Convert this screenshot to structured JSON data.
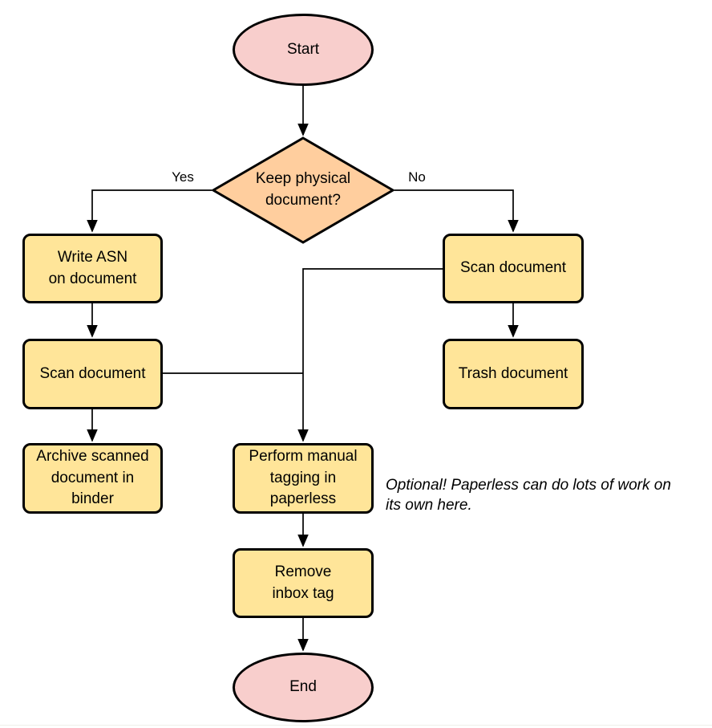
{
  "nodes": {
    "start": {
      "label": "Start",
      "type": "terminal"
    },
    "decision": {
      "label": "Keep physical\ndocument?",
      "type": "decision"
    },
    "write_asn": {
      "label": "Write ASN\non document",
      "type": "process"
    },
    "scan_left": {
      "label": "Scan document",
      "type": "process"
    },
    "archive": {
      "label": "Archive scanned\ndocument in\nbinder",
      "type": "process"
    },
    "scan_right": {
      "label": "Scan document",
      "type": "process"
    },
    "trash": {
      "label": "Trash document",
      "type": "process"
    },
    "tagging": {
      "label": "Perform manual\ntagging in\npaperless",
      "type": "process"
    },
    "remove_inbox": {
      "label": "Remove\ninbox tag",
      "type": "process"
    },
    "end": {
      "label": "End",
      "type": "terminal"
    }
  },
  "edge_labels": {
    "yes": "Yes",
    "no": "No"
  },
  "note": "Optional! Paperless can do lots of work on\nits own here.",
  "colors": {
    "terminal_fill": "#F8CECC",
    "decision_fill": "#FFCE9E",
    "process_fill": "#FFE599",
    "stroke": "#000000",
    "background": "#FFFFFF"
  }
}
